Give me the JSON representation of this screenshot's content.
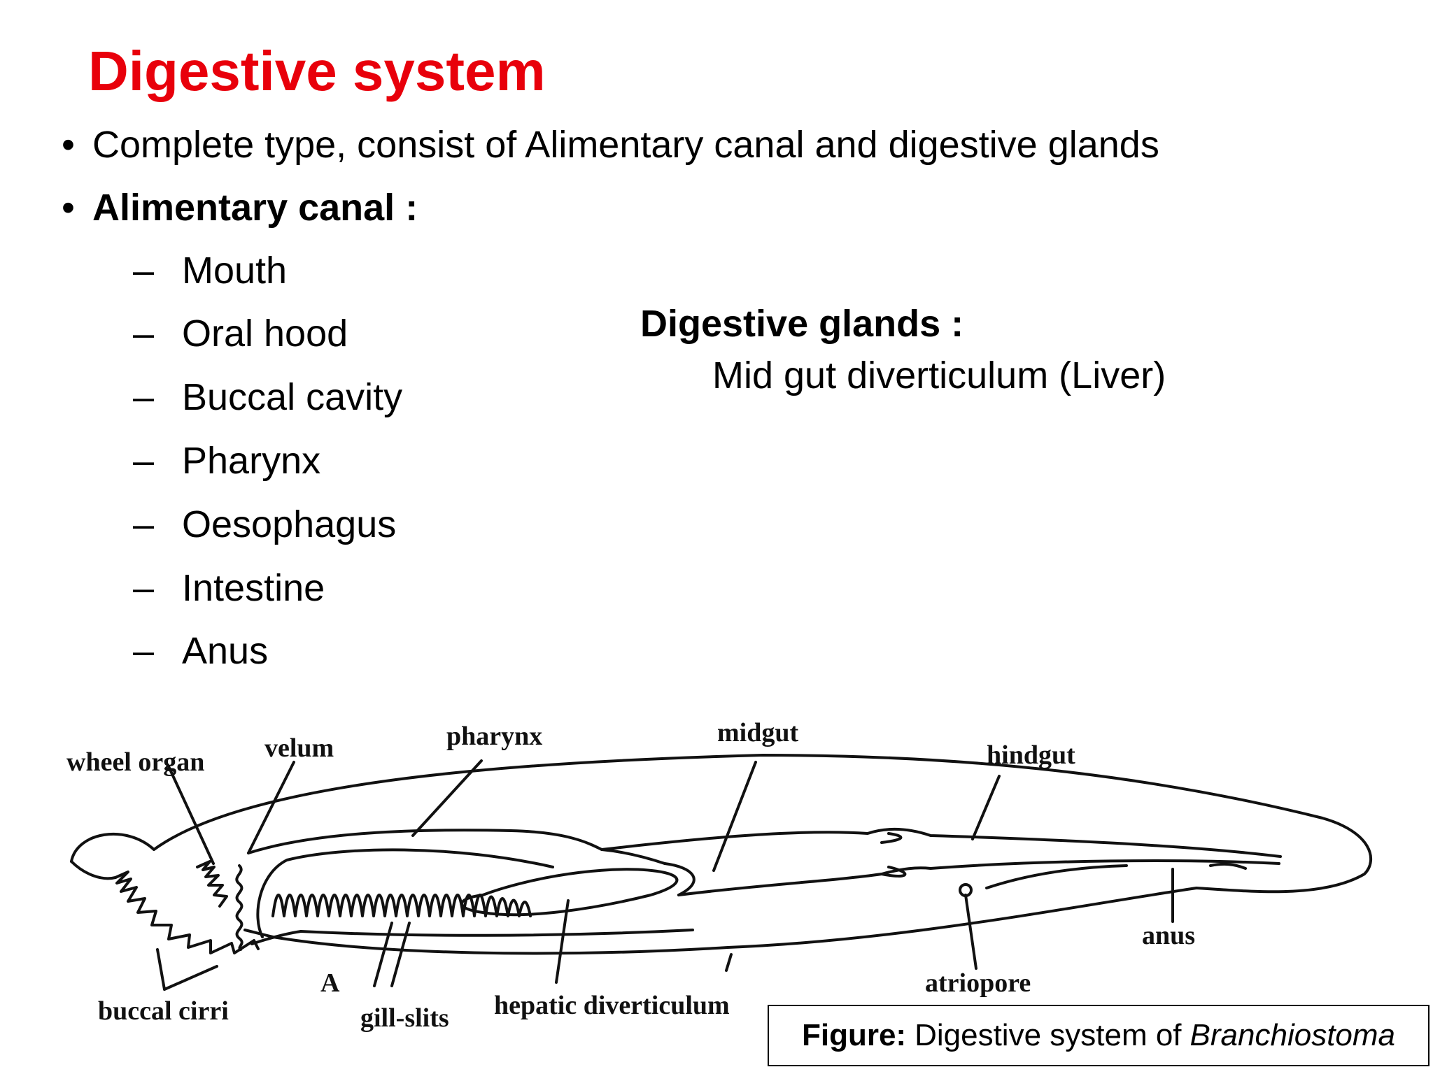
{
  "title": "Digestive system",
  "bullets": [
    "Complete type, consist of Alimentary canal and digestive glands",
    "Alimentary canal :"
  ],
  "alimentary_canal": [
    "Mouth",
    "Oral hood",
    "Buccal cavity",
    "Pharynx",
    "Oesophagus",
    "Intestine",
    "Anus"
  ],
  "digestive_glands": {
    "heading": "Digestive glands :",
    "item": "Mid gut diverticulum (Liver)"
  },
  "diagram": {
    "labels": {
      "wheel_organ": "wheel organ",
      "velum": "velum",
      "pharynx": "pharynx",
      "midgut": "midgut",
      "hindgut": "hindgut",
      "anus": "anus",
      "atriopore": "atriopore",
      "hepatic_diverticulum": "hepatic diverticulum",
      "gill_slits": "gill-slits",
      "buccal_cirri": "buccal cirri",
      "figure_letter": "A"
    }
  },
  "caption": {
    "prefix": "Figure:",
    "text": "Digestive system of",
    "species": "Branchiostoma"
  }
}
